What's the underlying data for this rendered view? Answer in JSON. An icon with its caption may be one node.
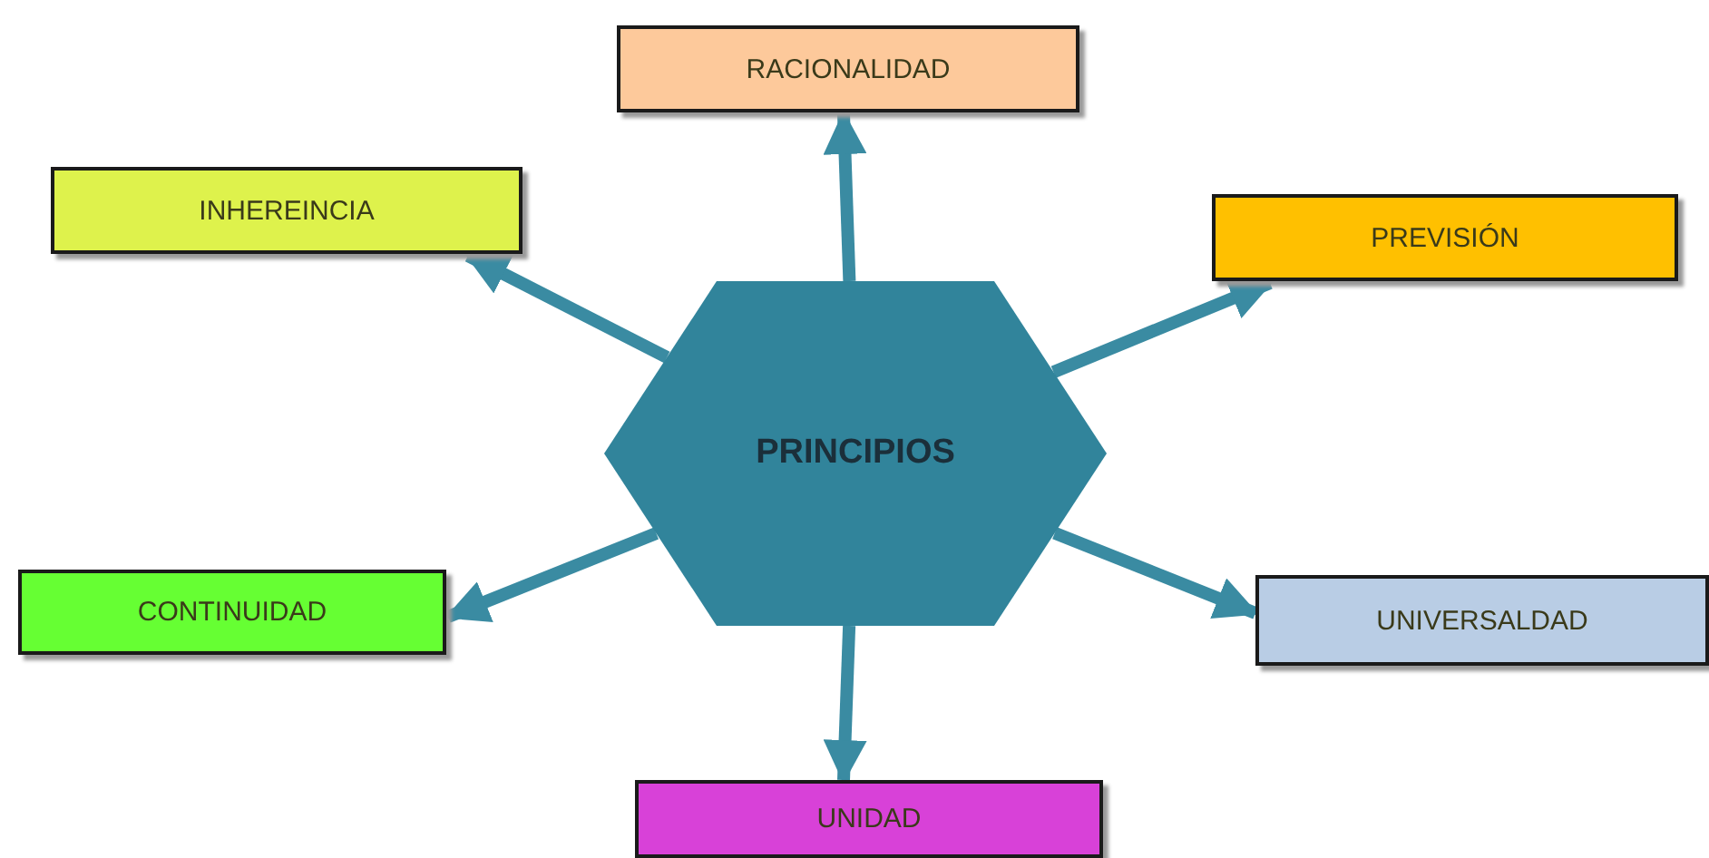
{
  "diagram": {
    "nodes": [
      {
        "text": [
          "RACIONALIDAD"
        ]
      },
      {
        "text": [
          "INHEREINCIA"
        ]
      },
      {
        "text": [
          "PREVISIÓN"
        ]
      },
      {
        "text": [
          "PRINCIPIOS"
        ]
      },
      {
        "text": [
          "CONTINUIDAD"
        ]
      },
      {
        "text": [
          "UNIVERSALDAD"
        ]
      },
      {
        "text": [
          "UNIDAD"
        ]
      }
    ],
    "edges": [
      {
        "from": 3,
        "to": 0,
        "arrow": "to"
      },
      {
        "from": 3,
        "to": 1,
        "arrow": "to"
      },
      {
        "from": 3,
        "to": 2,
        "arrow": "to"
      },
      {
        "from": 3,
        "to": 4,
        "arrow": "to"
      },
      {
        "from": 3,
        "to": 5,
        "arrow": "to"
      },
      {
        "from": 3,
        "to": 6,
        "arrow": "to"
      }
    ]
  }
}
